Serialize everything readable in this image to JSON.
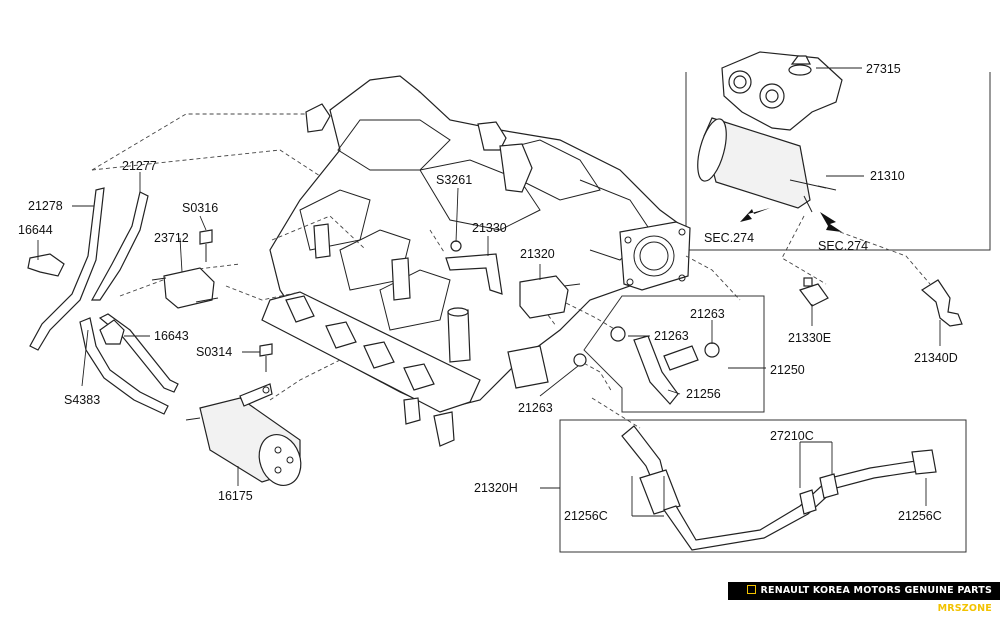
{
  "labels": {
    "p27315": "27315",
    "p21310": "21310",
    "sec1": "SEC.274",
    "sec2": "SEC.274",
    "p21330E": "21330E",
    "p21340D": "21340D",
    "p21277": "21277",
    "p21278": "21278",
    "p16644": "16644",
    "p23712": "23712",
    "pS0316": "S0316",
    "p16643": "16643",
    "pS0314": "S0314",
    "pS4383": "S4383",
    "p16175": "16175",
    "pS3261": "S3261",
    "p21330": "21330",
    "p21320": "21320",
    "p21263a": "21263",
    "p21263b": "21263",
    "p21263c": "21263",
    "p21256": "21256",
    "p21250": "21250",
    "p27210C": "27210C",
    "p21320H": "21320H",
    "p21256Ca": "21256C",
    "p21256Cb": "21256C"
  },
  "footer": {
    "text": "RENAULT KOREA MOTORS GENUINE PARTS",
    "brand": "MRSZONE"
  }
}
